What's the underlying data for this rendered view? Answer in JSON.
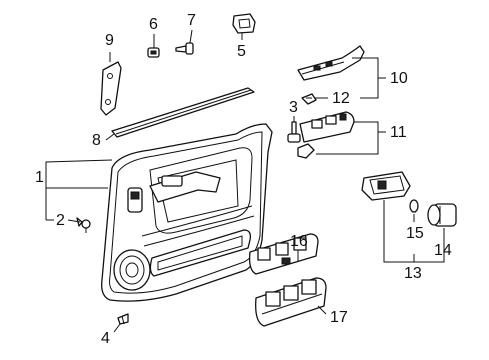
{
  "diagram": {
    "background_color": "#ffffff",
    "line_color": "#111111",
    "callouts": [
      "1",
      "2",
      "3",
      "4",
      "5",
      "6",
      "7",
      "8",
      "9",
      "10",
      "11",
      "12",
      "13",
      "14",
      "15",
      "16",
      "17"
    ]
  }
}
